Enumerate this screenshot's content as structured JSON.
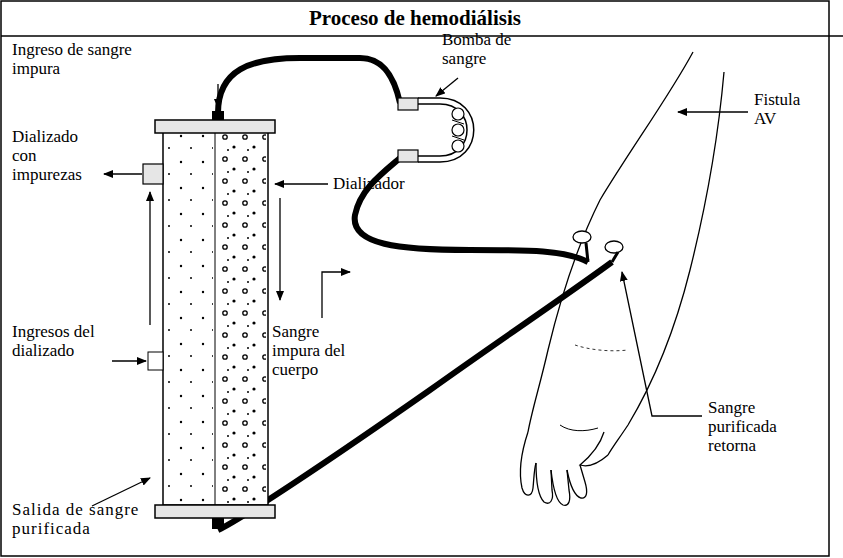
{
  "diagram": {
    "title": "Proceso de hemodiálisis",
    "labels": [
      "Ingreso de sangre impura",
      "Bomba de sangre",
      "Dializado con impurezas",
      "Dializador",
      "Fistula AV",
      "Ingresos del dializado",
      "Sangre impura del cuerpo",
      "Sangre purificada retorna",
      "Salida de sangre purificada"
    ]
  }
}
